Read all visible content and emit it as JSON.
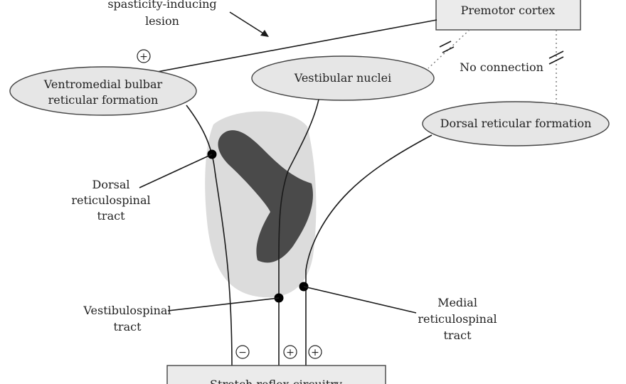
{
  "diagram": {
    "lesion_label": [
      "spasticity-inducing",
      "lesion"
    ],
    "premotor_cortex": "Premotor cortex",
    "ventromedial": [
      "Ventromedial bulbar",
      "reticular formation"
    ],
    "vestibular_nuclei": "Vestibular nuclei",
    "dorsal_reticular_formation": "Dorsal reticular formation",
    "no_connection": "No connection",
    "dorsal_rs_tract": [
      "Dorsal",
      "reticulospinal",
      "tract"
    ],
    "vestibulospinal_tract": [
      "Vestibulospinal",
      "tract"
    ],
    "medial_rs_tract": [
      "Medial",
      "reticulospinal",
      "tract"
    ],
    "stretch_reflex": "Stretch reflex circuitry",
    "signs": {
      "cortex_to_ventromedial": "+",
      "dorsal_rs_output": "−",
      "vestibulospinal_output": "+",
      "medial_rs_output": "+"
    }
  },
  "colors": {
    "lesion_dark": "#4a4a4a",
    "brainstem_light": "#dcdcdc",
    "node_fill": "#e6e6e6"
  }
}
